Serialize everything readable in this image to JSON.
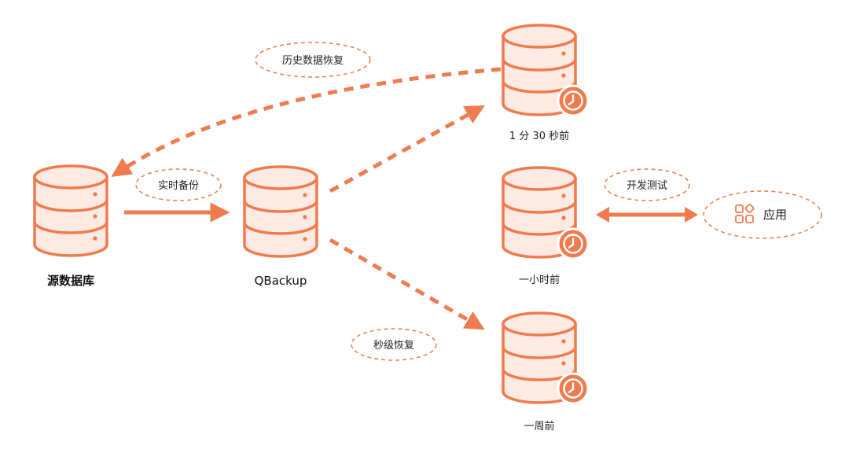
{
  "source_db": {
    "label": "源数据库"
  },
  "qbackup": {
    "label": "QBackup"
  },
  "snapshots": [
    {
      "label": "1 分 30 秒前"
    },
    {
      "label": "一小时前"
    },
    {
      "label": "一周前"
    }
  ],
  "edges": {
    "realtime_backup": "实时备份",
    "history_restore": "历史数据恢复",
    "second_restore": "秒级恢复",
    "dev_test": "开发测试"
  },
  "app": {
    "label": "应用"
  },
  "colors": {
    "accent": "#F07B4E",
    "db_fill": "#FDEBE3",
    "pill_border": "#F07B4E"
  },
  "icons": [
    "database-icon",
    "clock-icon",
    "apps-grid-icon"
  ]
}
